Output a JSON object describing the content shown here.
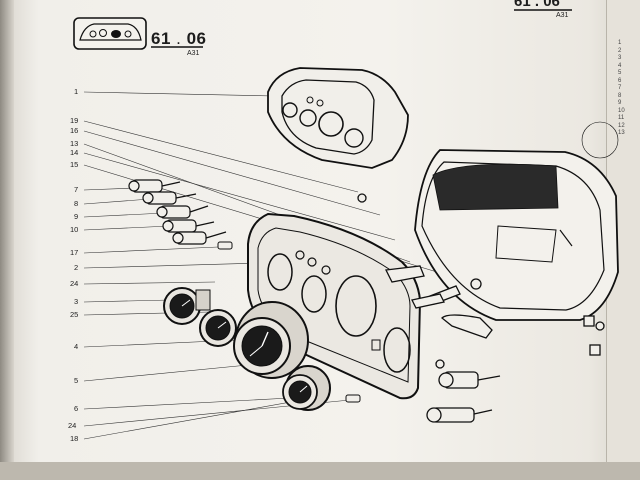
{
  "header": {
    "section_number": "61",
    "section_sub": "06",
    "section_ref": "A31",
    "next_section_number": "61",
    "next_section_sub": "06",
    "next_section_ref": "A31"
  },
  "callouts": [
    {
      "id": "c1",
      "label": "1"
    },
    {
      "id": "c19",
      "label": "19"
    },
    {
      "id": "c16",
      "label": "16"
    },
    {
      "id": "c13",
      "label": "13"
    },
    {
      "id": "c14",
      "label": "14"
    },
    {
      "id": "c15",
      "label": "15"
    },
    {
      "id": "c7",
      "label": "7"
    },
    {
      "id": "c8",
      "label": "8"
    },
    {
      "id": "c9",
      "label": "9"
    },
    {
      "id": "c10",
      "label": "10"
    },
    {
      "id": "c17",
      "label": "17"
    },
    {
      "id": "c2",
      "label": "2"
    },
    {
      "id": "c24a",
      "label": "24"
    },
    {
      "id": "c3",
      "label": "3"
    },
    {
      "id": "c25",
      "label": "25"
    },
    {
      "id": "c4",
      "label": "4"
    },
    {
      "id": "c5",
      "label": "5"
    },
    {
      "id": "c6",
      "label": "6"
    },
    {
      "id": "c24b",
      "label": "24"
    },
    {
      "id": "c18",
      "label": "18"
    }
  ],
  "right_page_numbers": [
    "1",
    "2",
    "3",
    "4",
    "5",
    "6",
    "7",
    "8",
    "9",
    "10",
    "11",
    "12",
    "13"
  ]
}
